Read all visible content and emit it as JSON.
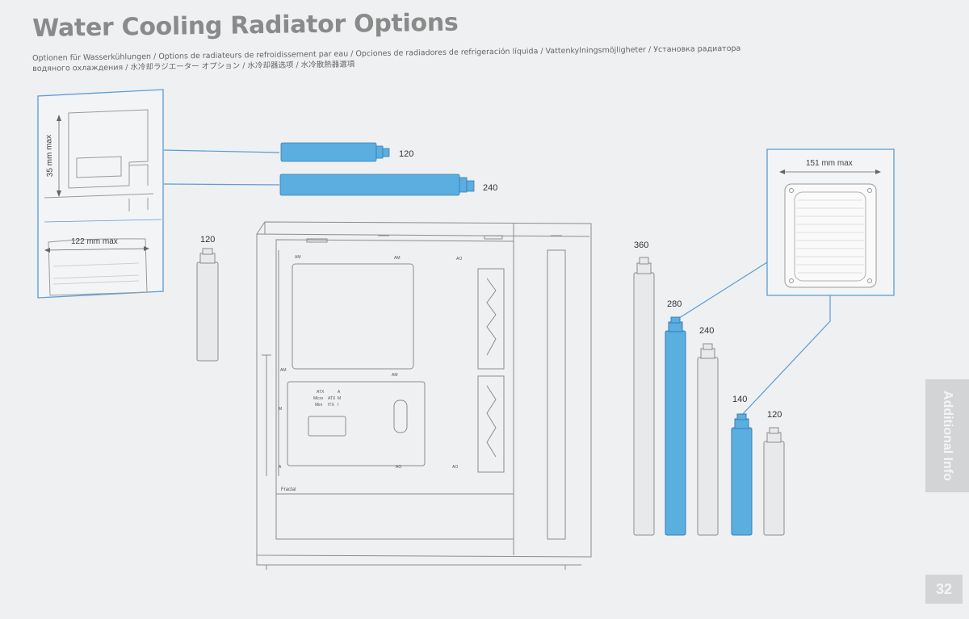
{
  "page": {
    "title": "Water Cooling Radiator Options",
    "subtitle": "Optionen für Wasserkühlungen / Options de radiateurs de refroidissement par eau / Opciones de radiadores de refrigeración líquida / Vattenkylningsmöjligheter / Установка радиатора водяного охлаждения / 水冷却ラジエーター オプション / 水冷却器选项 / 水冷散熱器選項",
    "side_tab": "Additional Info",
    "page_number": "32"
  },
  "top_section": {
    "height_dim": "35 mm max",
    "width_dim": "122 mm max",
    "radiators": [
      {
        "label": "120",
        "highlighted": true
      },
      {
        "label": "240",
        "highlighted": true
      }
    ]
  },
  "rear_section": {
    "radiator": {
      "label": "120",
      "highlighted": false
    }
  },
  "front_section": {
    "width_dim": "151 mm max",
    "radiators": [
      {
        "label": "360",
        "highlighted": false
      },
      {
        "label": "280",
        "highlighted": true
      },
      {
        "label": "240",
        "highlighted": false
      },
      {
        "label": "140",
        "highlighted": true
      },
      {
        "label": "120",
        "highlighted": false
      }
    ]
  },
  "case": {
    "brand": "Fractal",
    "mobo_labels": {
      "atx": "ATX",
      "a": "A",
      "micro": "Micro",
      "matx": "ATX",
      "m": "M",
      "mini": "Mini",
      "itx": "ITX",
      "i": "I",
      "am1": "AM",
      "am2": "AM",
      "am3": "AM",
      "am4": "AM",
      "ao1": "AO",
      "ao2": "AO",
      "ao3": "AO",
      "mi": "M",
      "a1": "A"
    }
  },
  "colors": {
    "accent_blue": "#5aaee0",
    "line_blue": "#5b9bd5",
    "drawing_gray": "#8d8d8d",
    "title_gray": "#8a8a8a",
    "tab_gray": "#d2d4d6"
  }
}
